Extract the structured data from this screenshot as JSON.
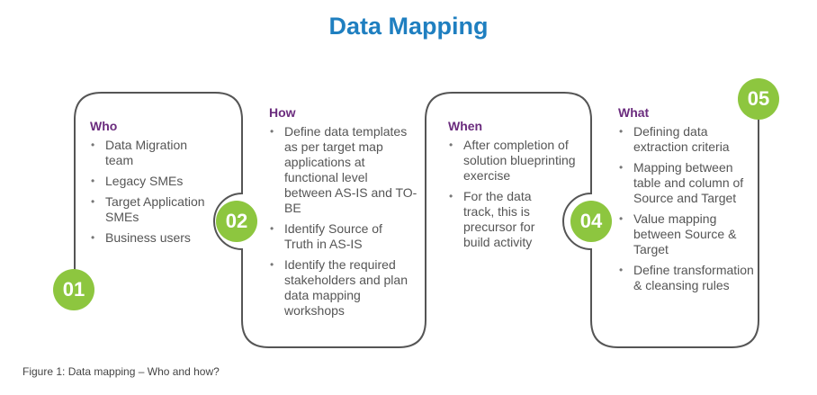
{
  "title": "Data Mapping",
  "steps": [
    {
      "number": "01",
      "heading": "Who",
      "items": [
        "Data Migration team",
        "Legacy SMEs",
        "Target Application SMEs",
        "Business users"
      ]
    },
    {
      "number": "02",
      "heading": "How",
      "items": [
        "Define data templates as per target map applications at functional level between AS-IS and TO-BE",
        "Identify Source of Truth in AS-IS",
        "Identify the required stakeholders and plan data mapping workshops"
      ]
    },
    {
      "heading": "When",
      "items": [
        "After completion of solution blueprinting exercise",
        "For the data track, this is precursor for build activity"
      ]
    },
    {
      "number": "04",
      "heading": "What",
      "items": [
        "Defining data extraction criteria",
        "Mapping between table and column of Source and Target",
        "Value mapping between Source & Target",
        "Define transformation & cleansing rules"
      ]
    },
    {
      "number": "05"
    }
  ],
  "caption": "Figure 1: Data mapping – Who and how?",
  "colors": {
    "title": "#1f7fc0",
    "heading": "#6b2c7e",
    "badge": "#8dc63f",
    "outline": "#555555"
  }
}
